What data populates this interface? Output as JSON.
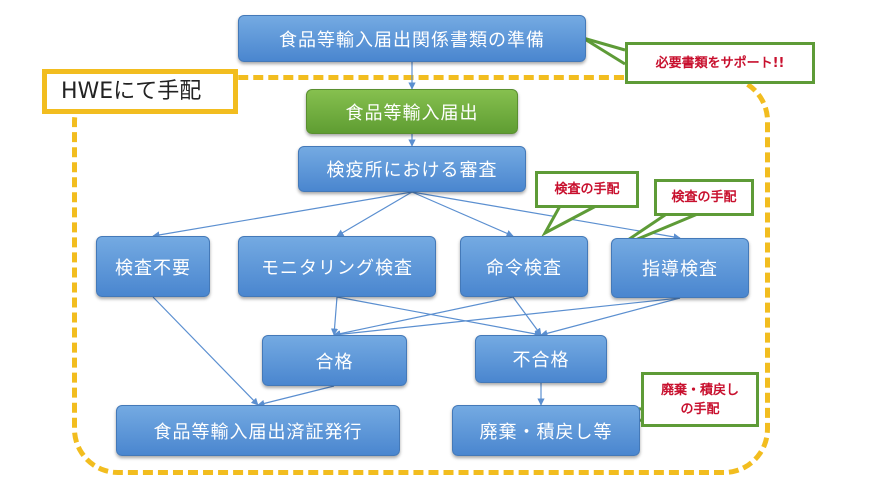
{
  "region": {
    "label": "HWEにて手配",
    "border_color": "#f2bd1f"
  },
  "nodes": {
    "prep": "食品等輸入届出関係書類の準備",
    "notification": "食品等輸入届出",
    "inspection": "検疫所における審査",
    "no_inspection": "検査不要",
    "monitoring": "モニタリング検査",
    "ordered": "命令検査",
    "guidance": "指導検査",
    "pass": "合格",
    "fail": "不合格",
    "certificate": "食品等輸入届出済証発行",
    "disposal": "廃棄・積戻し等"
  },
  "callouts": {
    "support": "必要書類をサポート!!",
    "arrange1": "検査の手配",
    "arrange2": "検査の手配",
    "disposal_line1": "廃棄・積戻し",
    "disposal_line2": "の手配"
  },
  "colors": {
    "node_fill": "#5b97d8",
    "node_highlight": "#6eaa3c",
    "callout_border": "#5e9b37",
    "callout_text": "#c8102e",
    "edge": "#5b8fd0"
  }
}
